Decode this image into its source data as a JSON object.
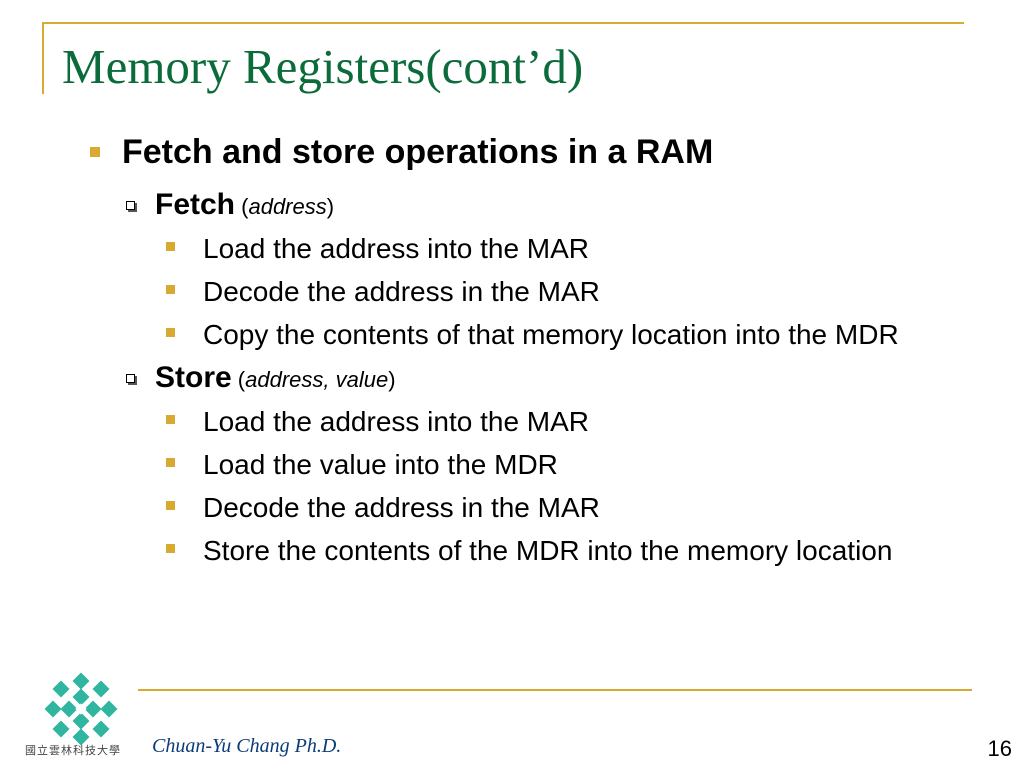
{
  "slide": {
    "title": "Memory Registers(cont’d)",
    "bullet_main": "Fetch and store operations in a RAM",
    "fetch": {
      "heading": "Fetch",
      "args": "address",
      "open_paren": " (",
      "close_paren": ")",
      "steps": [
        "Load the address into the MAR",
        "Decode the address in the MAR",
        "Copy the contents of that memory location into the MDR"
      ]
    },
    "store": {
      "heading": "Store",
      "args": "address, value",
      "open_paren": " (",
      "close_paren": ")",
      "steps": [
        "Load the address into the MAR",
        "Load the value into the MDR",
        "Decode the address in the MAR",
        "Store the contents of the MDR into the memory location"
      ]
    },
    "footer": {
      "author": "Chuan-Yu Chang Ph.D.",
      "page_number": "16",
      "logo_text": "國立雲林科技大學"
    },
    "colors": {
      "title": "#0B6B3A",
      "accent": "#D9AA32",
      "author": "#0B3B7A"
    }
  }
}
